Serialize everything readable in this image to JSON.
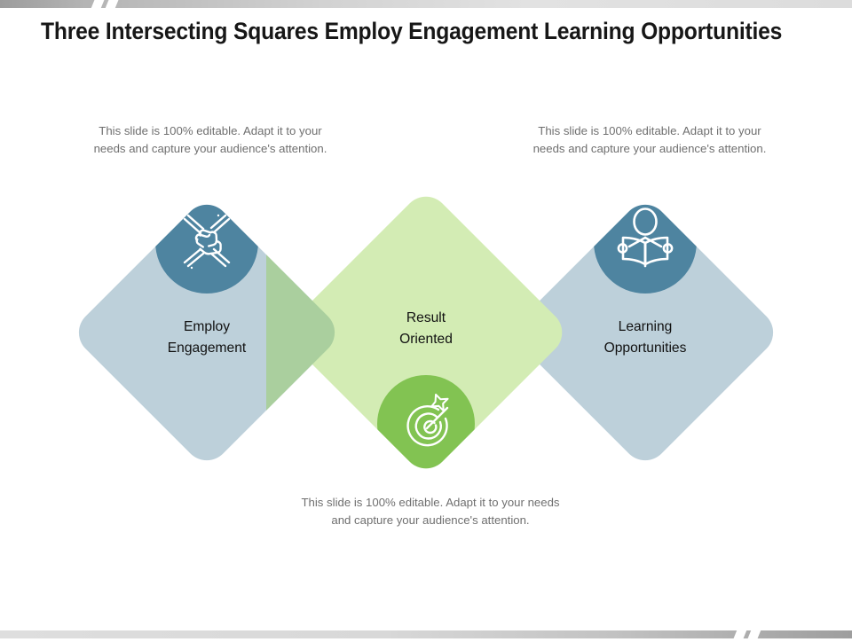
{
  "slide": {
    "title": "Three Intersecting Squares Employ Engagement Learning Opportunities",
    "background_color": "#ffffff"
  },
  "theme": {
    "side_diamond_fill": "#bdd0da",
    "center_diamond_fill": "#d3ecb4",
    "blue_badge_fill": "#4e84a0",
    "green_badge_fill": "#82c352",
    "overlap_left_fill": "#aacf9e",
    "overlap_right_fill": "#9fbcaf",
    "title_color": "#171717",
    "caption_color": "#6f6f6f",
    "label_color": "#111111",
    "deco_bar_color": "#c9c9c9"
  },
  "captions": {
    "left": "This slide is 100% editable. Adapt it to your needs and capture your audience's attention.",
    "right": "This slide is 100% editable. Adapt it to your needs and capture your audience's attention.",
    "bottom": "This slide is 100% editable. Adapt it to your needs and capture your audience's attention."
  },
  "diamonds": [
    {
      "id": "employ-engagement",
      "label_line1": "Employ",
      "label_line2": "Engagement",
      "icon": "teamwork-hands-icon",
      "fill": "#bdd0da",
      "badge_fill": "#4e84a0",
      "badge_position": "top"
    },
    {
      "id": "result-oriented",
      "label_line1": "Result",
      "label_line2": "Oriented",
      "icon": "target-arrow-icon",
      "fill": "#d3ecb4",
      "badge_fill": "#82c352",
      "badge_position": "bottom"
    },
    {
      "id": "learning-opportunities",
      "label_line1": "Learning",
      "label_line2": "Opportunities",
      "icon": "person-reading-book-icon",
      "fill": "#bdd0da",
      "badge_fill": "#4e84a0",
      "badge_position": "top"
    }
  ]
}
